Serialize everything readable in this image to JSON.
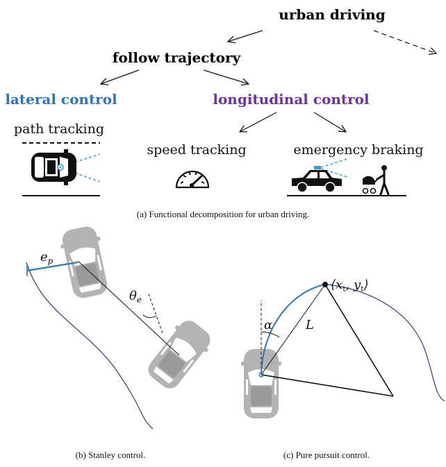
{
  "tree": {
    "root": "urban driving",
    "follow": "follow trajectory",
    "lateral": "lateral control",
    "longitudinal": "longitudinal control",
    "path_tracking": "path tracking",
    "speed_tracking": "speed tracking",
    "emergency_braking": "emergency braking",
    "lateral_color": "#2e75b6",
    "longitudinal_color": "#7030a0"
  },
  "captions": {
    "a": "(a) Functional decomposition for urban driving.",
    "b": "(b) Stanley control.",
    "c": "(c) Pure pursuit control."
  },
  "stanley": {
    "ep_base": "e",
    "ep_sub": "p",
    "theta_base": "θ",
    "theta_sub": "e"
  },
  "pursuit": {
    "alpha": "α",
    "L": "L",
    "target": "⟨x",
    "target_sub1": "t",
    "target_mid": ", y",
    "target_sub2": "t",
    "target_end": "⟩"
  },
  "icons": [
    "car-top-icon",
    "speedometer-icon",
    "car-side-icon",
    "pedestrian-stroller-icon",
    "car-icon"
  ]
}
